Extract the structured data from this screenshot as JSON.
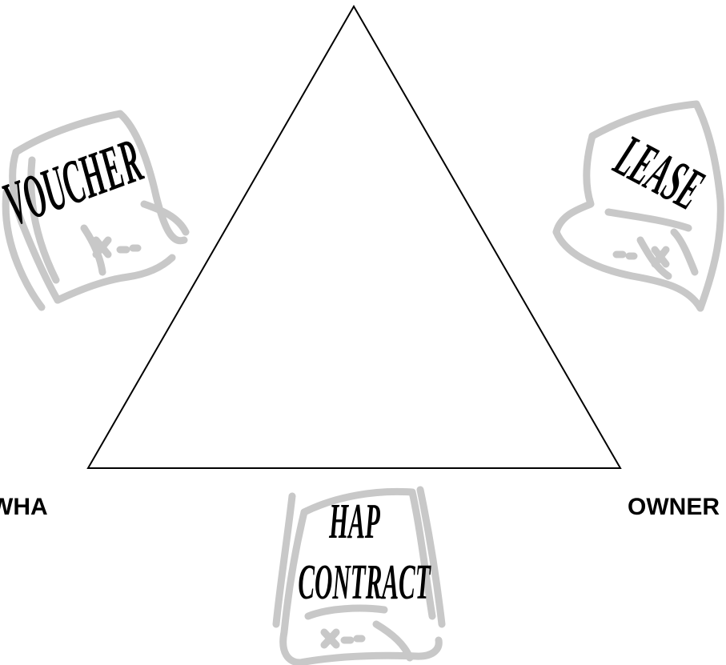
{
  "diagram": {
    "stroke_color": "#000000",
    "scroll_color": "#c8c8c8",
    "nodes": {
      "left": "WHA",
      "right": "OWNER"
    },
    "documents": {
      "voucher": "VOUCHER",
      "lease": "LEASE",
      "hap_line1": "HAP",
      "hap_line2": "CONTRACT"
    }
  }
}
